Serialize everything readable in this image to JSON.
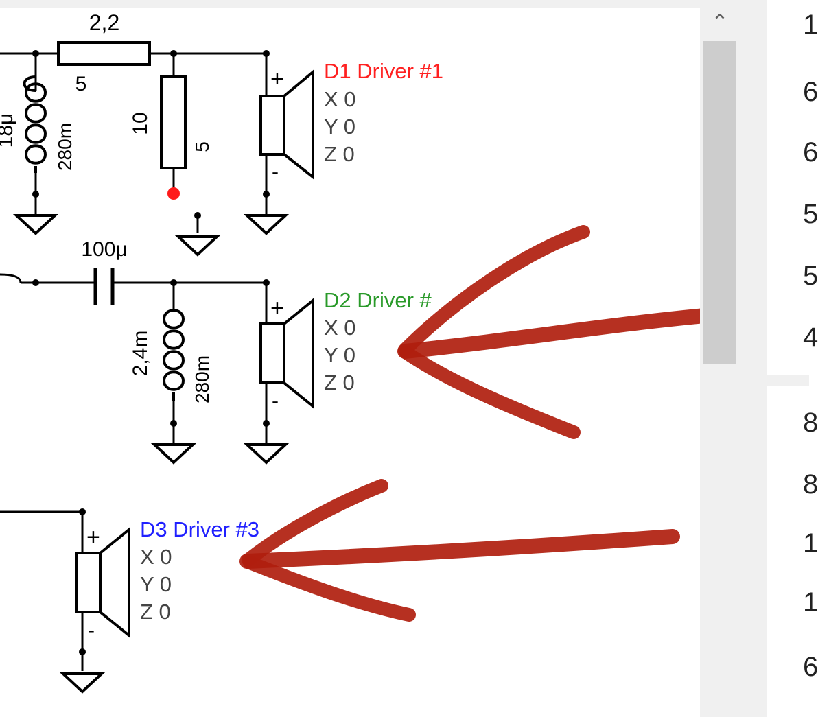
{
  "schematic": {
    "resistor_top": {
      "value": "2,2",
      "sub": "5"
    },
    "inductor1": {
      "value": "18μ",
      "res": "280m"
    },
    "resistor_vert": {
      "value": "10",
      "sub": "5"
    },
    "capacitor": {
      "value": "100μ"
    },
    "inductor2": {
      "value": "2,4m",
      "res": "280m"
    },
    "drivers": [
      {
        "name": "D1 Driver #1",
        "x": "X 0",
        "y": "Y 0",
        "z": "Z 0",
        "color": "#ff2020"
      },
      {
        "name": "D2 Driver #",
        "x": "X 0",
        "y": "Y 0",
        "z": "Z 0",
        "color": "#2a9a2a"
      },
      {
        "name": "D3 Driver #3",
        "x": "X 0",
        "y": "Y 0",
        "z": "Z 0",
        "color": "#2020ff"
      }
    ],
    "plus": "+",
    "minus": "-"
  },
  "annotations": {
    "arrow_color": "#b01e0e"
  },
  "scrollbar": {
    "up_icon": "chevron-up-icon",
    "up_glyph": "⌃"
  },
  "right_panel": {
    "digits": [
      "1",
      "6",
      "6",
      "5",
      "5",
      "4",
      "8",
      "8",
      "1",
      "1",
      "6"
    ]
  }
}
